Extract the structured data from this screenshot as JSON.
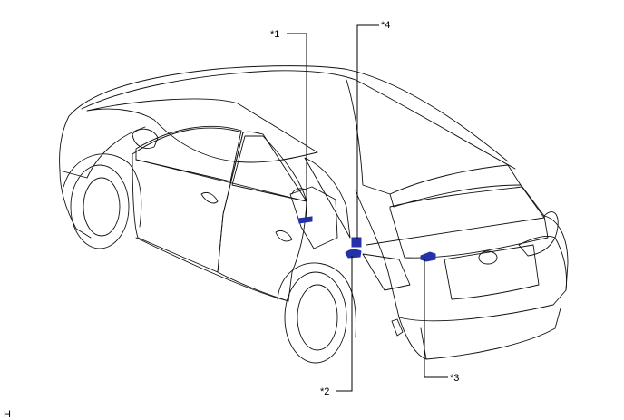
{
  "callouts": [
    {
      "id": "c1",
      "label": "*1"
    },
    {
      "id": "c2",
      "label": "*2"
    },
    {
      "id": "c3",
      "label": "*3"
    },
    {
      "id": "c4",
      "label": "*4"
    }
  ],
  "corner_code": "H",
  "colors": {
    "line": "#111111",
    "part_highlight": "#2431a8",
    "background": "#ffffff"
  }
}
